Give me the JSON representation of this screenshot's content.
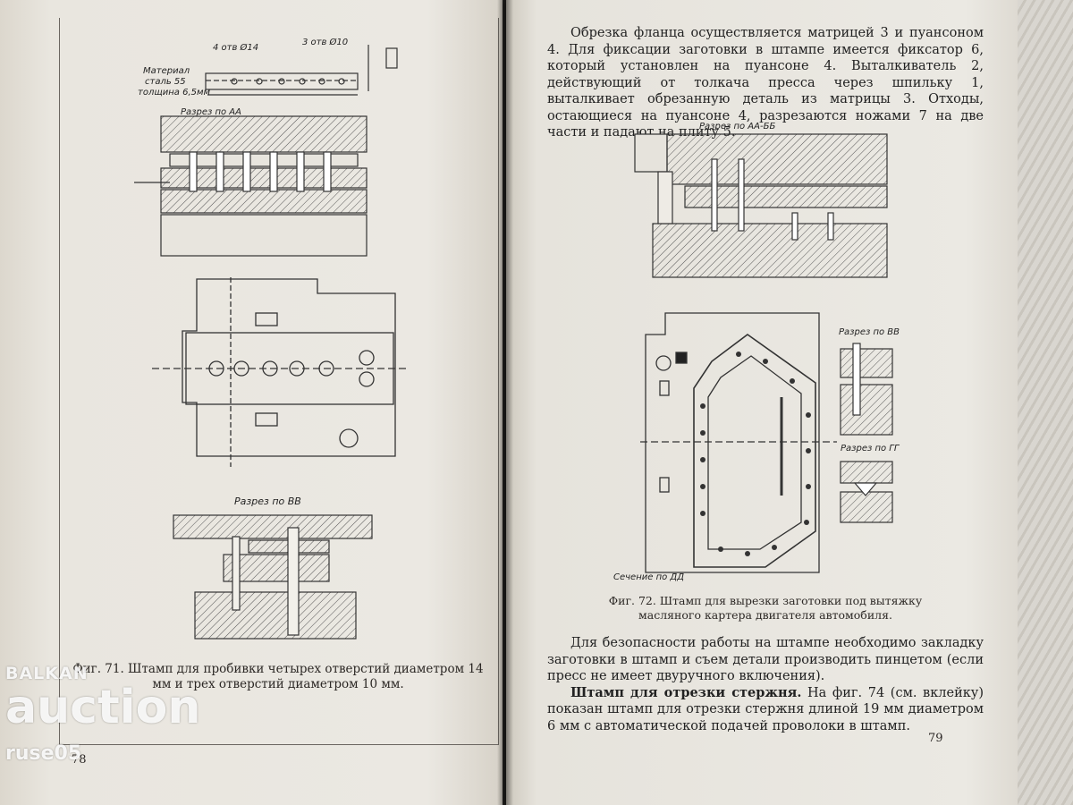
{
  "left_page": {
    "page_number": "78",
    "drawing_labels": {
      "holes14": "4 отв Ø14",
      "holes10": "3 отв Ø10",
      "material": "Материал",
      "steel": "сталь 55",
      "thickness": "толщина 6,5мм",
      "section_aa": "Разрез по АА",
      "section_vv": "Разрез по ВВ"
    },
    "caption": "Фиг. 71. Штамп для пробивки четырех отверстий диаметром 14 мм и трех отверстий диаметром 10 мм."
  },
  "right_page": {
    "page_number": "79",
    "intro_text": "Обрезка фланца осуществляется матрицей 3 и пуансоном 4. Для фиксации заготовки в штампе имеется фиксатор 6, который установлен на пуансоне 4. Выталкиватель 2, действующий от толкача пресса через шпильку 1, выталкивает обрезанную деталь из матрицы 3. Отходы, остающиеся на пуансоне 4, разрезаются ножами 7 на две части и падают на плиту 5.",
    "drawing_labels": {
      "section_aa": "Разрез по АА-ББ",
      "section_vv": "Разрез по ВВ",
      "section_gg": "Разрез по ГГ",
      "section_dd": "Сечение по ДД"
    },
    "caption": "Фиг. 72. Штамп для вырезки заготовки под вытяжку масляного картера двигателя автомобиля.",
    "para_safety": "Для безопасности работы на штампе необходимо закладку заготовки в штамп и съем детали производить пинцетом (если пресс не имеет двуручного включения).",
    "para_rod_heading": "Штамп для отрезки стержня.",
    "para_rod_body": " На фиг. 74 (см. вклейку) показан штамп для отрезки стержня длиной 19 мм диаметром 6 мм с автоматической подачей проволоки в штамп."
  },
  "watermark": {
    "line1": "BALKAN",
    "line2": "auction",
    "line3": "ruse05"
  }
}
